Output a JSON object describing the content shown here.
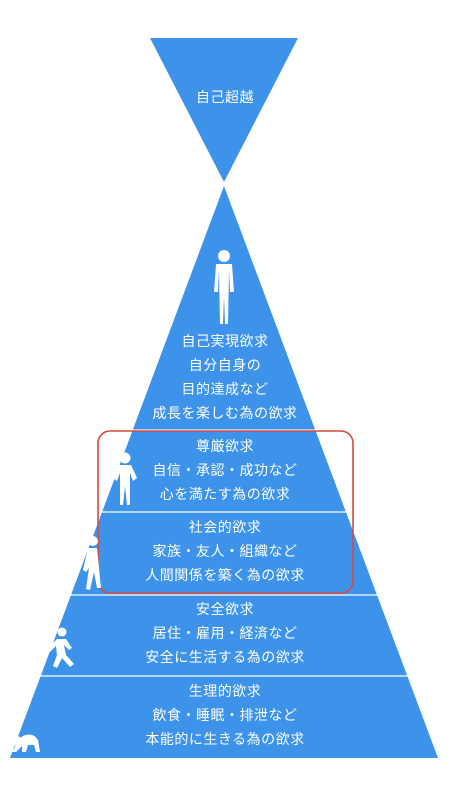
{
  "colors": {
    "tier_fill": "#3d93ea",
    "divider": "#ffffff",
    "highlight_border": "#d9483b",
    "background": "#ffffff"
  },
  "top": {
    "label": "自己超越"
  },
  "tiers": [
    {
      "title": "自己実現欲求",
      "lines": [
        "自分自身の",
        "目的達成など",
        "成長を楽しむ為の欲求"
      ],
      "icon": "standing-adult-icon"
    },
    {
      "title": "尊厳欲求",
      "lines": [
        "自信・承認・成功など",
        "心を満たす為の欲求"
      ],
      "icon": "hands-on-hips-icon"
    },
    {
      "title": "社会的欲求",
      "lines": [
        "家族・友人・組織など",
        "人間関係を築く為の欲求"
      ],
      "icon": "walking-person-icon"
    },
    {
      "title": "安全欲求",
      "lines": [
        "居住・雇用・経済など",
        "安全に生活する為の欲求"
      ],
      "icon": "running-child-icon"
    },
    {
      "title": "生理的欲求",
      "lines": [
        "飲食・睡眠・排泄など",
        "本能的に生きる為の欲求"
      ],
      "icon": "crawling-baby-icon"
    }
  ],
  "highlight": {
    "covers": [
      "尊厳欲求",
      "社会的欲求"
    ]
  }
}
